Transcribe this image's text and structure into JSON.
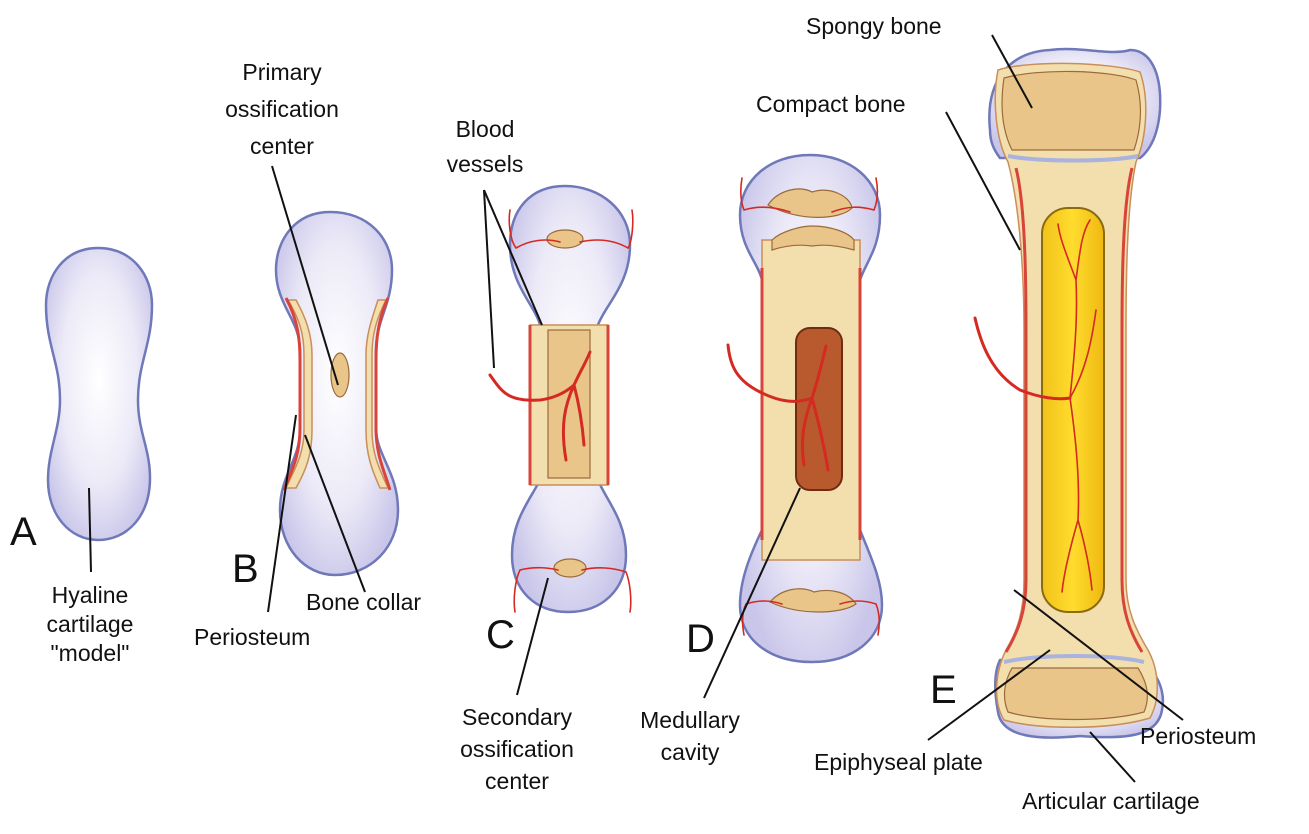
{
  "stages": {
    "a": "A",
    "b": "B",
    "c": "C",
    "d": "D",
    "e": "E"
  },
  "labels": {
    "hyaline_line1": "Hyaline",
    "hyaline_line2": "cartilage",
    "hyaline_line3": "\"model\"",
    "primary_line1": "Primary",
    "primary_line2": "ossification",
    "primary_line3": "center",
    "periosteum_b": "Periosteum",
    "bone_collar": "Bone collar",
    "blood_line1": "Blood",
    "blood_line2": "vessels",
    "secondary_line1": "Secondary",
    "secondary_line2": "ossification",
    "secondary_line3": "center",
    "medullary_line1": "Medullary",
    "medullary_line2": "cavity",
    "spongy_bone": "Spongy bone",
    "compact_bone": "Compact bone",
    "periosteum_e": "Periosteum",
    "epiphyseal_plate": "Epiphyseal plate",
    "articular_cartilage": "Articular cartilage"
  }
}
